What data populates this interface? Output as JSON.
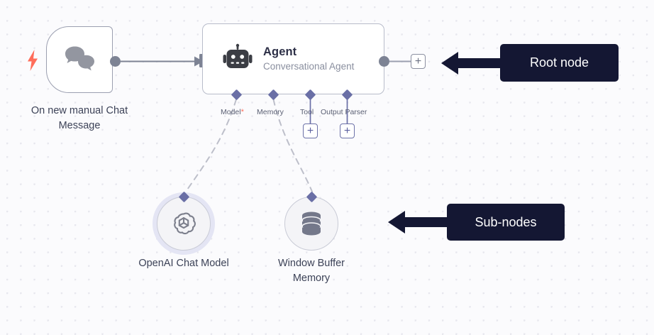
{
  "canvas": {
    "background_color": "#fbfbfd",
    "grid_dot_color": "#e7e7ee"
  },
  "nodes": {
    "trigger": {
      "caption": "On new manual Chat Message",
      "icon": "chat-bubbles-icon",
      "badge_icon": "lightning-bolt-icon",
      "badge_color": "#ff6d5a"
    },
    "agent": {
      "title": "Agent",
      "subtitle": "Conversational Agent",
      "icon": "robot-icon"
    },
    "openai_model": {
      "caption": "OpenAI Chat Model",
      "icon": "openai-logo-icon"
    },
    "window_buffer_memory": {
      "caption": "Window Buffer Memory",
      "icon": "database-icon"
    }
  },
  "agent_ports": [
    {
      "label": "Model",
      "required": true,
      "required_marker": "*",
      "has_add_button": false
    },
    {
      "label": "Memory",
      "required": false,
      "required_marker": "",
      "has_add_button": false
    },
    {
      "label": "Tool",
      "required": false,
      "required_marker": "",
      "has_add_button": true
    },
    {
      "label": "Output Parser",
      "required": false,
      "required_marker": "",
      "has_add_button": true
    }
  ],
  "buttons": {
    "add_main_output": "+",
    "add_tool": "+",
    "add_output_parser": "+"
  },
  "annotations": [
    {
      "id": "root-node",
      "text": "Root node"
    },
    {
      "id": "sub-nodes",
      "text": "Sub-nodes"
    }
  ],
  "colors": {
    "accent_purple": "#6a6fa6",
    "port_gray": "#7d8394",
    "callout_bg": "#141733",
    "required_star": "#ff6d5a",
    "halo": "#e4e5f4"
  }
}
